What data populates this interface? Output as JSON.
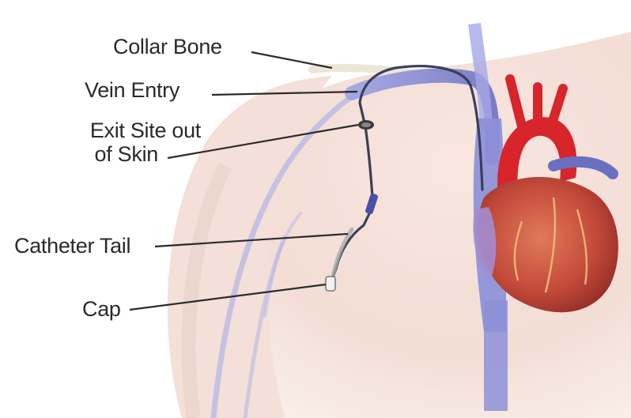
{
  "labels": {
    "collar_bone": "Collar Bone",
    "vein_entry": "Vein Entry",
    "exit_site_line1": "Exit Site out",
    "exit_site_line2": "of Skin",
    "catheter_tail": "Catheter Tail",
    "cap": "Cap"
  },
  "colors": {
    "skin": "#f6e3dc",
    "vein_blue": "#8a8fd6",
    "artery_red": "#d8242b",
    "heart": "#c9523f",
    "catheter": "#3a3f5a",
    "leader_line": "#2b2b2b"
  }
}
